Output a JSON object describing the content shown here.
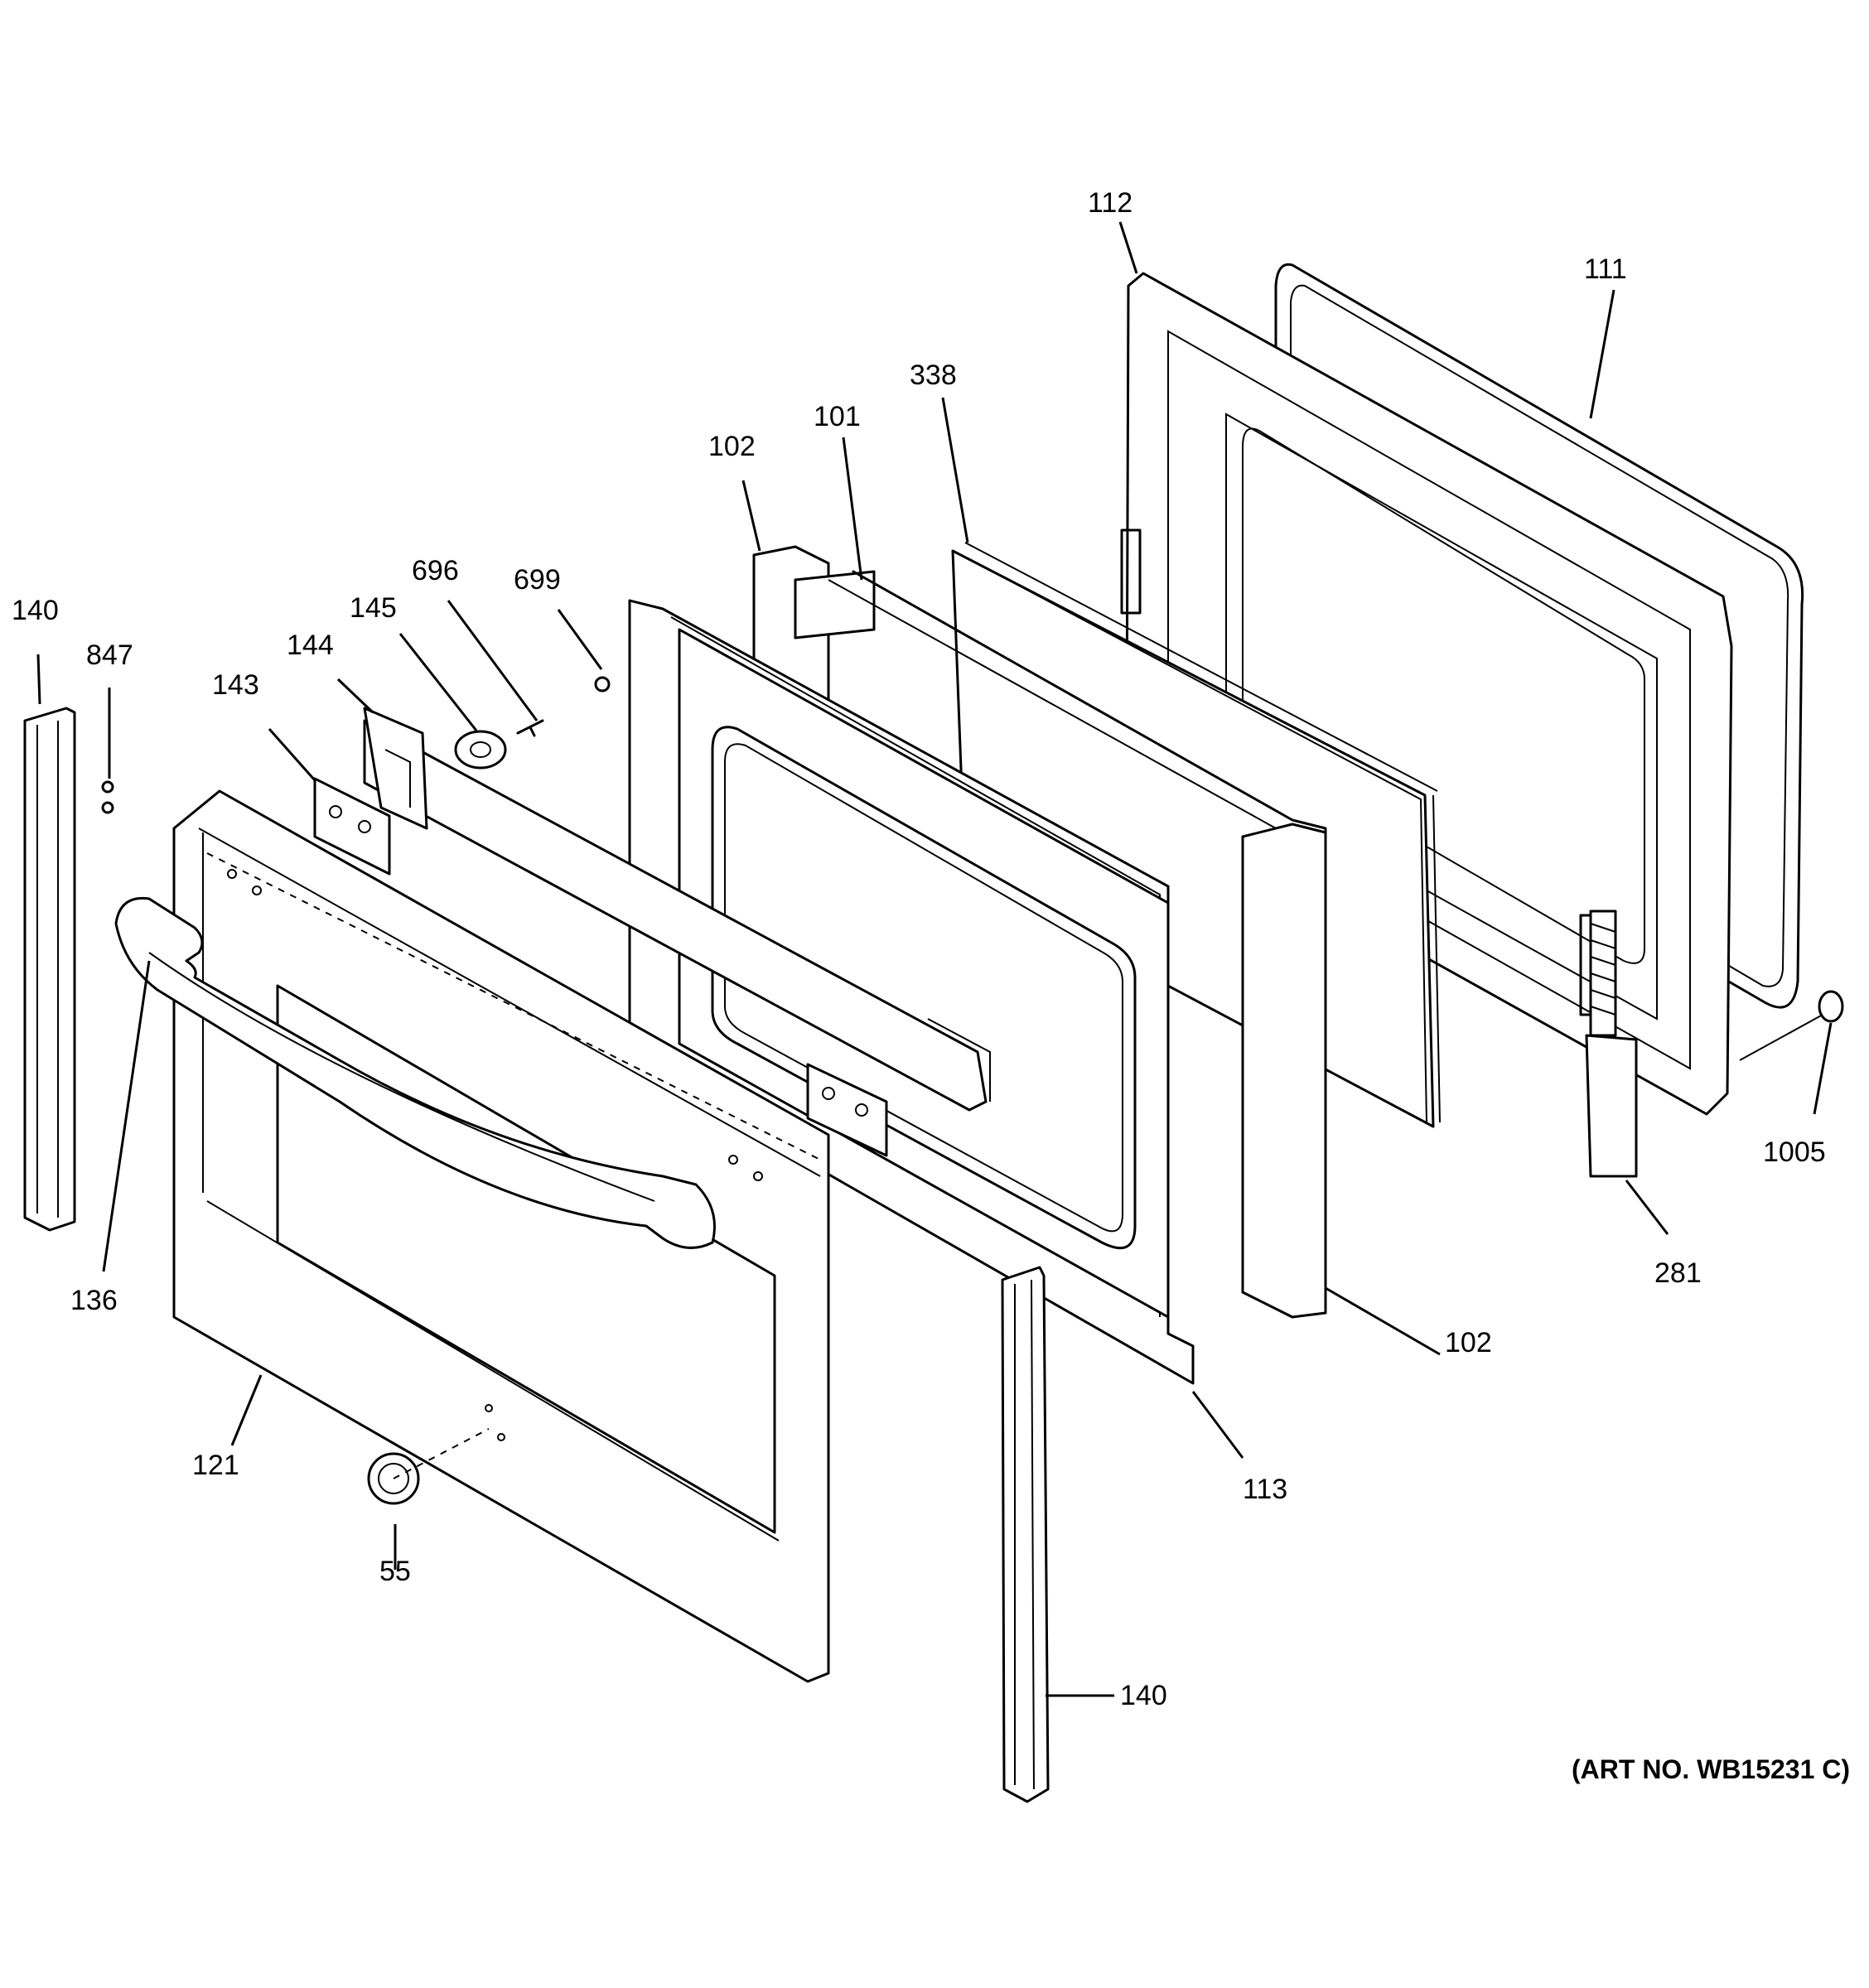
{
  "diagram": {
    "art_number": "(ART NO. WB15231 C)",
    "callouts": {
      "c112": "112",
      "c111": "111",
      "c338": "338",
      "c101": "101",
      "c102_top": "102",
      "c696": "696",
      "c699": "699",
      "c145": "145",
      "c144": "144",
      "c143": "143",
      "c140_left": "140",
      "c847": "847",
      "c1005": "1005",
      "c281": "281",
      "c102_right": "102",
      "c113": "113",
      "c136": "136",
      "c121": "121",
      "c55": "55",
      "c140_bottom": "140"
    }
  }
}
